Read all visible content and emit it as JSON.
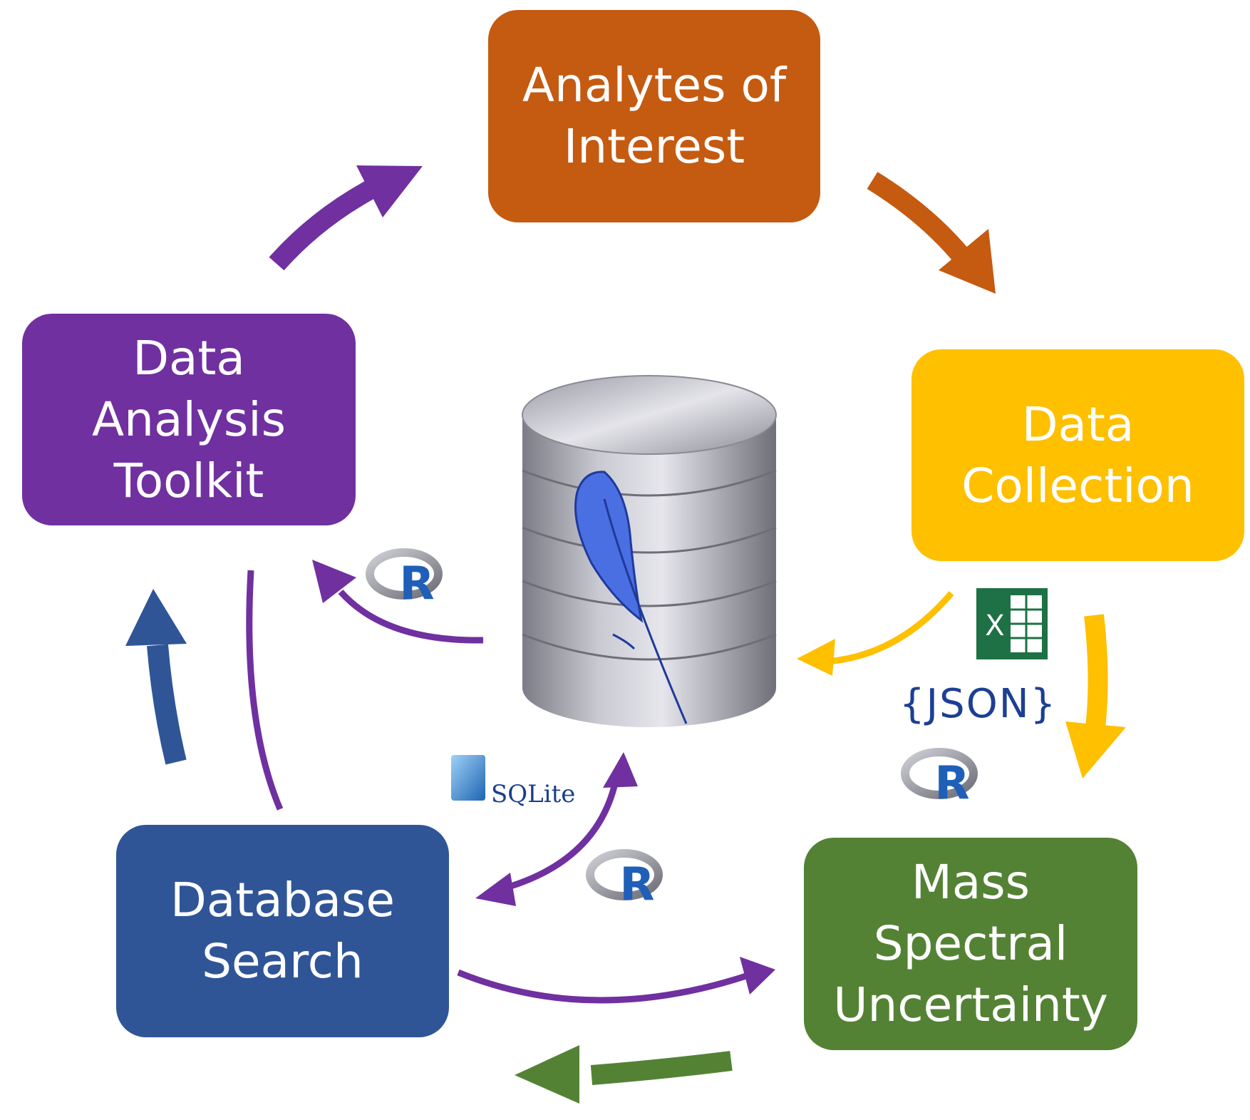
{
  "boxes": {
    "analytes": {
      "lines": [
        "Analytes of",
        "Interest"
      ],
      "color": "#c55a11"
    },
    "collection": {
      "lines": [
        "Data",
        "Collection"
      ],
      "color": "#ffc000"
    },
    "mass": {
      "lines": [
        "Mass",
        "Spectral",
        "Uncertainty"
      ],
      "color": "#548235"
    },
    "search": {
      "lines": [
        "Database",
        "Search"
      ],
      "color": "#2f5597"
    },
    "toolkit": {
      "lines": [
        "Data",
        "Analysis",
        "Toolkit"
      ],
      "color": "#7030a0"
    }
  },
  "logos": {
    "json": "{JSON}",
    "sqlite": "SQLite",
    "r": "R",
    "excel": "X"
  },
  "colors": {
    "purple_arrow": "#7030a0",
    "orange_arrow": "#c55a11",
    "yellow_arrow": "#ffc000",
    "green_arrow": "#548235",
    "blue_arrow": "#2f5597",
    "feather": "#4a6fe3",
    "r_blue": "#1f5fb8",
    "excel_green": "#1e7145"
  }
}
